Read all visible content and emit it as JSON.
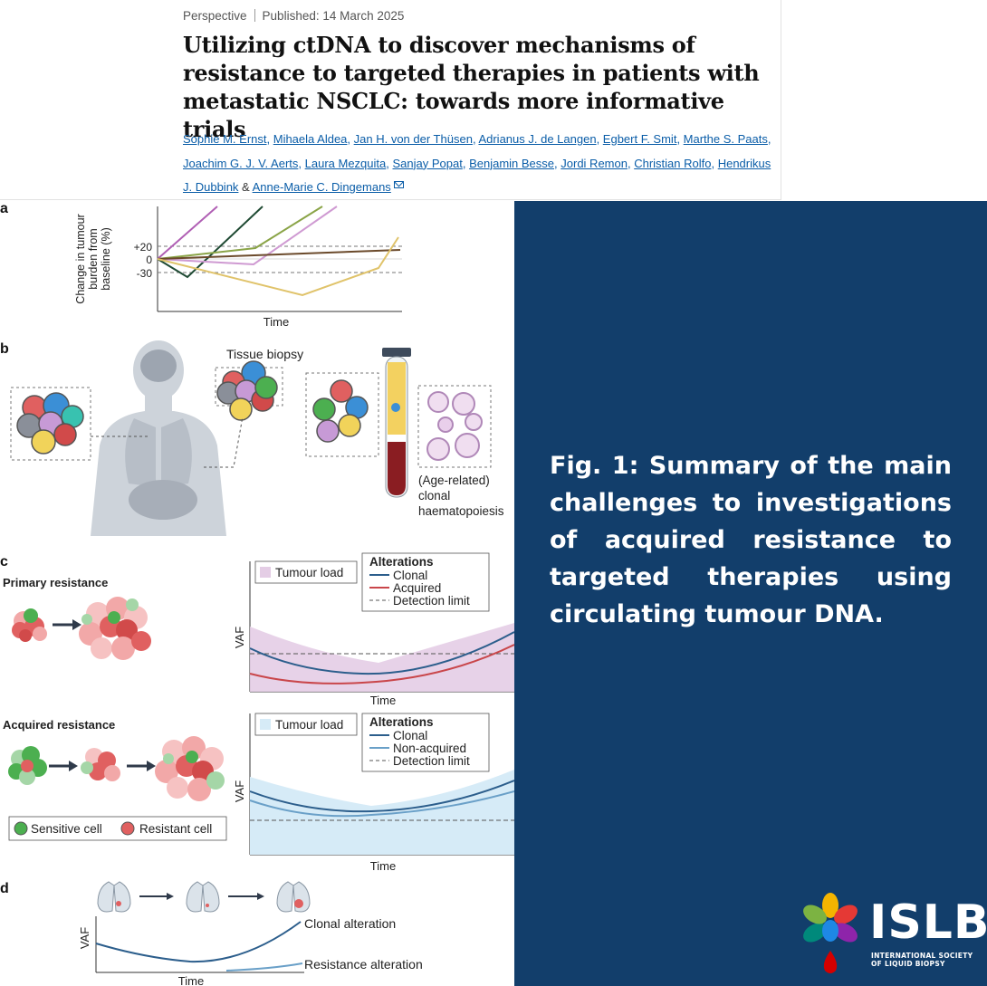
{
  "article": {
    "type": "Perspective",
    "published": "Published: 14 March 2025",
    "title": "Utilizing ctDNA to discover mechanisms of resistance to targeted therapies in patients with metastatic NSCLC: towards more informative trials",
    "authors": [
      "Sophie M. Ernst",
      "Mihaela Aldea",
      "Jan H. von der Thüsen",
      "Adrianus J. de Langen",
      "Egbert F. Smit",
      "Marthe S. Paats",
      "Joachim G. J. V. Aerts",
      "Laura Mezquita",
      "Sanjay Popat",
      "Benjamin Besse",
      "Jordi Remon",
      "Christian Rolfo",
      "Hendrikus J. Dubbink",
      "Anne-Marie C. Dingemans"
    ],
    "author_conjunction": "&"
  },
  "figure": {
    "panel_a": {
      "letter": "a",
      "ylabel_lines": [
        "Change in tumour",
        "burden from",
        "baseline (%)"
      ],
      "ticks": [
        "+20",
        "0",
        "-30"
      ],
      "xlabel": "Time"
    },
    "panel_b": {
      "letter": "b",
      "tissue_label": "Tissue biopsy",
      "chip_lines": [
        "(Age-related)",
        "clonal",
        "haematopoiesis"
      ]
    },
    "panel_c": {
      "letter": "c",
      "primary": {
        "heading": "Primary resistance",
        "load_label": "Tumour load",
        "legend_title": "Alterations",
        "legend_items": [
          "Clonal",
          "Acquired",
          "Detection limit"
        ],
        "ylabel": "VAF",
        "xlabel": "Time"
      },
      "acquired": {
        "heading": "Acquired resistance",
        "load_label": "Tumour load",
        "legend_title": "Alterations",
        "legend_items": [
          "Clonal",
          "Non-acquired",
          "Detection limit"
        ],
        "ylabel": "VAF",
        "xlabel": "Time"
      },
      "cell_legend": [
        "Sensitive cell",
        "Resistant cell"
      ]
    },
    "panel_d": {
      "letter": "d",
      "ylabel": "VAF",
      "xlabel": "Time",
      "clonal_label": "Clonal alteration",
      "resistance_label": "Resistance alteration"
    }
  },
  "caption": "Fig. 1: Summary of the main challenges to investigations of acquired resistance to targeted therapies using circulating tumour DNA.",
  "logo": {
    "name": "ISLB",
    "subtitle_lines": [
      "INTERNATIONAL SOCIETY",
      "OF LIQUID BIOPSY"
    ]
  },
  "colors": {
    "panel_blue": "#123e6b",
    "link_blue": "#0a5da8",
    "clonal": "#2c5e8c",
    "acquired": "#c9464a",
    "tumour_load_primary": "#e4cde5",
    "tumour_load_acquired": "#d6ebf7",
    "sensitive_cell": "#4caf50",
    "resistant_cell": "#e06060"
  }
}
